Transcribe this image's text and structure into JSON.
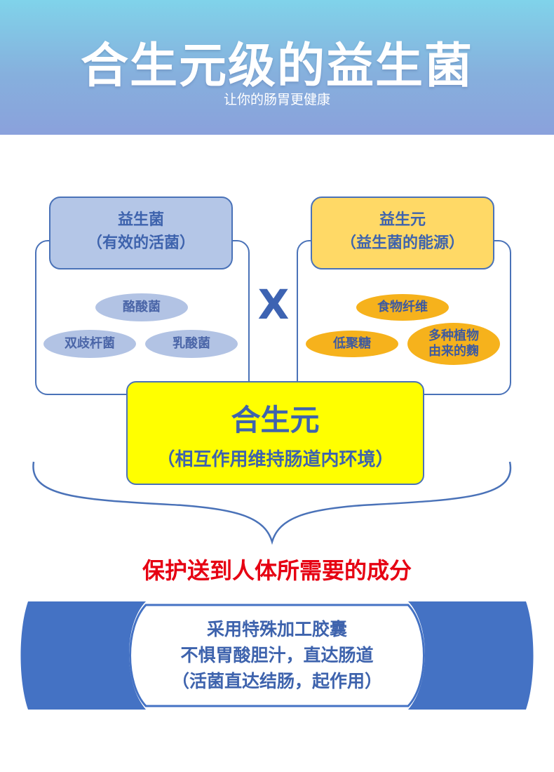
{
  "header": {
    "title": "合生元级的益生菌",
    "subtitle": "让你的肠胃更健康"
  },
  "probiotics": {
    "title": "益生菌",
    "subtitle": "（有效的活菌）",
    "items": [
      "酪酸菌",
      "双歧杆菌",
      "乳酸菌"
    ]
  },
  "operator": "X",
  "prebiotics": {
    "title": "益生元",
    "subtitle": "（益生菌的能源）",
    "items": [
      "食物纤维",
      "低聚糖",
      "多种植物由来的麴"
    ]
  },
  "synbiotics": {
    "title": "合生元",
    "subtitle": "（相互作用维持肠道内环境）"
  },
  "delivery_heading": "保护送到人体所需要的成分",
  "capsule": {
    "lines": [
      "采用特殊加工胶囊",
      "不惧胃酸胆汁，直达肠道",
      "（活菌直达结肠，起作用）"
    ]
  },
  "colors": {
    "header_gradient_top": "#80d3ea",
    "header_gradient_bottom": "#8aa1dc",
    "accent_blue": "#4472c4",
    "probiotics_tag": "#b4c6e7",
    "prebiotics_tag": "#ffd966",
    "probiotic_ellipse": "#b2c3e4",
    "prebiotic_ellipse": "#f6b21c",
    "synbiotic_box": "#ffff00",
    "heading_red": "#e60012"
  }
}
